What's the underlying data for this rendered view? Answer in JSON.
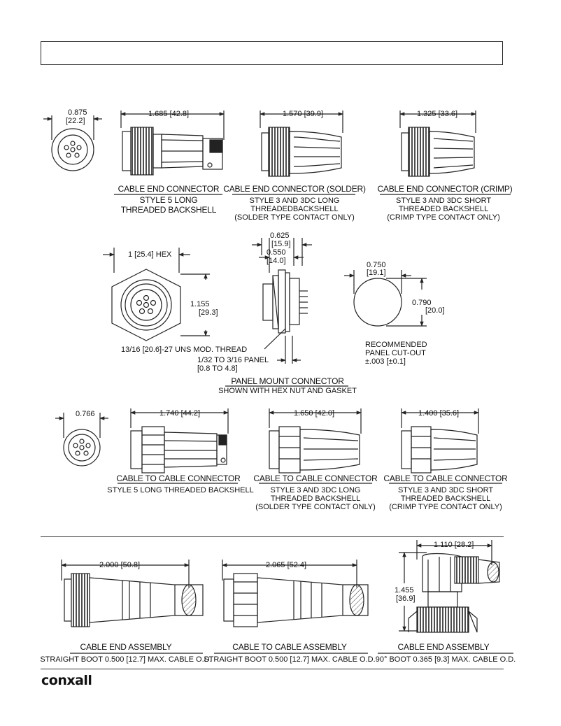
{
  "brand": {
    "logo_text": "conxall"
  },
  "row1": {
    "dia_0875": {
      "dim_in": "0.875",
      "dim_mm": "[22.2]"
    },
    "c1": {
      "dim": "1.685 [42.8]",
      "title": "CABLE END CONNECTOR",
      "line1": "STYLE 5 LONG",
      "line2": "THREADED BACKSHELL"
    },
    "c2": {
      "dim": "1.570 [39.9]",
      "title": "CABLE END CONNECTOR (SOLDER)",
      "line1": "STYLE 3 AND 3DC LONG",
      "line2": "THREADEDBACKSHELL",
      "line3": "(SOLDER TYPE CONTACT ONLY)"
    },
    "c3": {
      "dim": "1.325 [33.6]",
      "title": "CABLE END CONNECTOR (CRIMP)",
      "line1": "STYLE 3 AND 3DC SHORT",
      "line2": "THREADED BACKSHELL",
      "line3": "(CRIMP TYPE CONTACT ONLY)"
    }
  },
  "panel": {
    "hex": "1 [25.4] HEX",
    "height_in": "1.155",
    "height_mm": "[29.3]",
    "d1_in": "0.625",
    "d1_mm": "[15.9]",
    "d2_in": "0.550",
    "d2_mm": "[14.0]",
    "thread": "13/16  [20.6]-27 UNS MOD. THREAD",
    "panel_range": "1/32  TO 3/16  PANEL",
    "panel_range_mm": "[0.8 TO 4.8]",
    "title": "PANEL MOUNT CONNECTOR",
    "subtitle": "SHOWN WITH HEX NUT AND GASKET",
    "cutout_w_in": "0.750",
    "cutout_w_mm": "[19.1]",
    "cutout_h_in": "0.790",
    "cutout_h_mm": "[20.0]",
    "cutout_l1": "RECOMMENDED",
    "cutout_l2": "PANEL CUT-OUT",
    "cutout_l3": "±.003 [±0.1]"
  },
  "row3": {
    "dia_0766": "0.766",
    "c1": {
      "dim": "1.740 [44.2]",
      "title": "CABLE TO CABLE CONNECTOR",
      "line1": "STYLE 5 LONG THREADED BACKSHELL"
    },
    "c2": {
      "dim": "1.650 [42.0]",
      "title": "CABLE TO CABLE CONNECTOR",
      "line1": "STYLE 3 AND 3DC LONG",
      "line2": "THREADED BACKSHELL",
      "line3": "(SOLDER TYPE CONTACT ONLY)"
    },
    "c3": {
      "dim": "1.400 [35.6]",
      "title": "CABLE TO CABLE CONNECTOR",
      "line1": "STYLE 3 AND 3DC SHORT",
      "line2": "THREADED BACKSHELL",
      "line3": "(CRIMP TYPE CONTACT ONLY)"
    }
  },
  "row4": {
    "a1": {
      "dim": "2.000 [50.8]",
      "title": "CABLE END ASSEMBLY",
      "line1": "STRAIGHT BOOT 0.500 [12.7] MAX. CABLE O.D."
    },
    "a2": {
      "dim": "2.065 [52.4]",
      "title": "CABLE TO CABLE ASSEMBLY",
      "line1": "STRAIGHT BOOT 0.500 [12.7] MAX. CABLE O.D."
    },
    "a3": {
      "dim_w": "1.110 [28.2]",
      "dim_h_in": "1.455",
      "dim_h_mm": "[36.9]",
      "title": "CABLE END ASSEMBLY",
      "line1": "90° BOOT 0.365 [9.3] MAX. CABLE O.D."
    }
  }
}
